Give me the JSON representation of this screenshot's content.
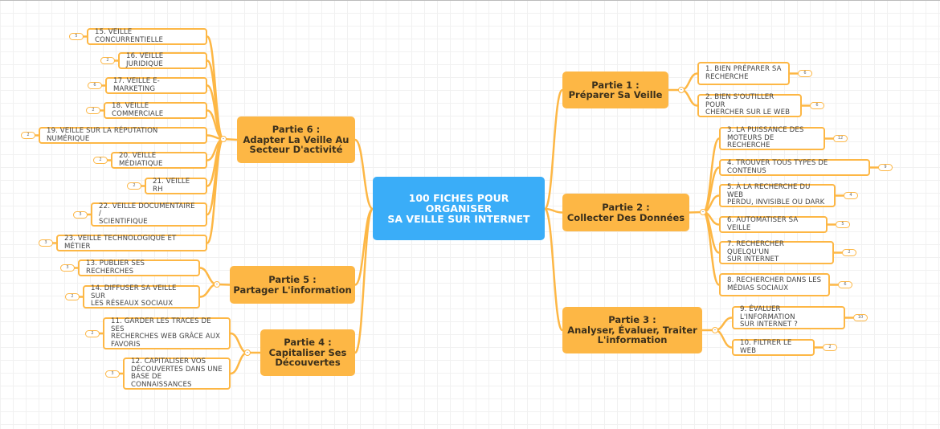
{
  "central": "100 FICHES POUR\nORGANISER\nSA VEILLE SUR INTERNET",
  "colors": {
    "central": "#3aadf8",
    "part": "#fdb745",
    "line": "#fdb745"
  },
  "parts": [
    {
      "id": "p1",
      "label": "Partie 1 :\nPréparer Sa Veille",
      "items": [
        {
          "label": "1. BIEN PRÉPARER SA\nRECHERCHE",
          "count": "6"
        },
        {
          "label": "2. BIEN S'OUTILLER POUR\nCHERCHER SUR LE WEB",
          "count": "6"
        }
      ]
    },
    {
      "id": "p2",
      "label": "Partie 2 :\nCollecter Des Données",
      "items": [
        {
          "label": "3. LA PUISSANCE DES\nMOTEURS DE RECHERCHE",
          "count": "12"
        },
        {
          "label": "4. TROUVER TOUS TYPES DE CONTENUS",
          "count": "9"
        },
        {
          "label": "5. À LA RECHERCHE DU WEB\nPERDU, INVISIBLE OU DARK",
          "count": "4"
        },
        {
          "label": "6. AUTOMATISER SA VEILLE",
          "count": "5"
        },
        {
          "label": "7. RECHERCHER QUELQU'UN\nSUR INTERNET",
          "count": "2"
        },
        {
          "label": "8. RECHERCHER DANS LES\nMÉDIAS SOCIAUX",
          "count": "6"
        }
      ]
    },
    {
      "id": "p3",
      "label": "Partie 3 :\nAnalyser, Évaluer, Traiter\nL'information",
      "items": [
        {
          "label": "9. ÉVALUER L'INFORMATION\nSUR INTERNET ?",
          "count": "10"
        },
        {
          "label": "10. FILTRER LE WEB",
          "count": "2"
        }
      ]
    },
    {
      "id": "p4",
      "label": "Partie 4 :\nCapitaliser Ses\nDécouvertes",
      "items": [
        {
          "label": "11. GARDER LES TRACES DE SES\nRECHERCHES WEB GRÂCE AUX\nFAVORIS",
          "count": "2"
        },
        {
          "label": "12. CAPITALISER VOS\nDÉCOUVERTES DANS UNE\nBASE DE CONNAISSANCES",
          "count": "3"
        }
      ]
    },
    {
      "id": "p5",
      "label": "Partie 5 :\nPartager L'information",
      "items": [
        {
          "label": "13. PUBLIER SES RECHERCHES",
          "count": "3"
        },
        {
          "label": "14. DIFFUSER SA VEILLE SUR\nLES RÉSEAUX SOCIAUX",
          "count": "2"
        }
      ]
    },
    {
      "id": "p6",
      "label": "Partie 6 :\nAdapter La Veille Au\nSecteur D'activité",
      "items": [
        {
          "label": "15. VEILLE CONCURRENTIELLE",
          "count": "5"
        },
        {
          "label": "16. VEILLE JURIDIQUE",
          "count": "2"
        },
        {
          "label": "17. VEILLE E-MARKETING",
          "count": "6"
        },
        {
          "label": "18. VEILLE COMMERCIALE",
          "count": "2"
        },
        {
          "label": "19. VEILLE SUR LA RÉPUTATION NUMÉRIQUE",
          "count": "2"
        },
        {
          "label": "20. VEILLE MÉDIATIQUE",
          "count": "2"
        },
        {
          "label": "21. VEILLE RH",
          "count": "2"
        },
        {
          "label": "22. VEILLE DOCUMENTAIRE /\nSCIENTIFIQUE",
          "count": "3"
        },
        {
          "label": "23. VEILLE TECHNOLOGIQUE ET MÉTIER",
          "count": "3"
        }
      ]
    }
  ],
  "collapse_symbol": "-"
}
